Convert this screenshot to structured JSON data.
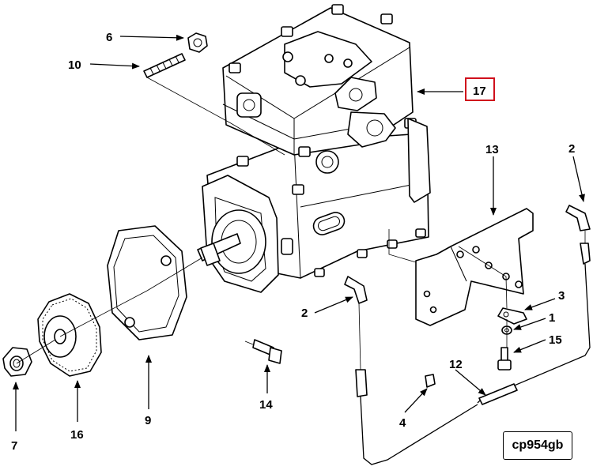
{
  "callouts": {
    "c6": "6",
    "c10": "10",
    "c17": "17",
    "c13": "13",
    "c2_right": "2",
    "c2_left": "2",
    "c3": "3",
    "c1": "1",
    "c15": "15",
    "c12": "12",
    "c4": "4",
    "c14": "14",
    "c9": "9",
    "c16": "16",
    "c7": "7"
  },
  "drawing_code": "cp954gb",
  "highlight_color": "#d0101c"
}
